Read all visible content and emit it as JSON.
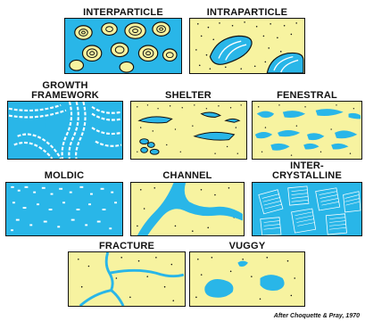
{
  "labels": {
    "interparticle": "INTERPARTICLE",
    "intraparticle": "INTRAPARTICLE",
    "growth_framework_1": "GROWTH",
    "growth_framework_2": "FRAMEWORK",
    "shelter": "SHELTER",
    "fenestral": "FENESTRAL",
    "moldic": "MOLDIC",
    "channel": "CHANNEL",
    "intercrystalline_1": "INTER-",
    "intercrystalline_2": "CRYSTALLINE",
    "fracture": "FRACTURE",
    "vuggy": "VUGGY"
  },
  "credit": "After Choquette & Pray, 1970",
  "colors": {
    "pore": "#29b6e8",
    "matrix": "#f7f3a0",
    "outline": "#111111",
    "grain": "#ffffff"
  }
}
